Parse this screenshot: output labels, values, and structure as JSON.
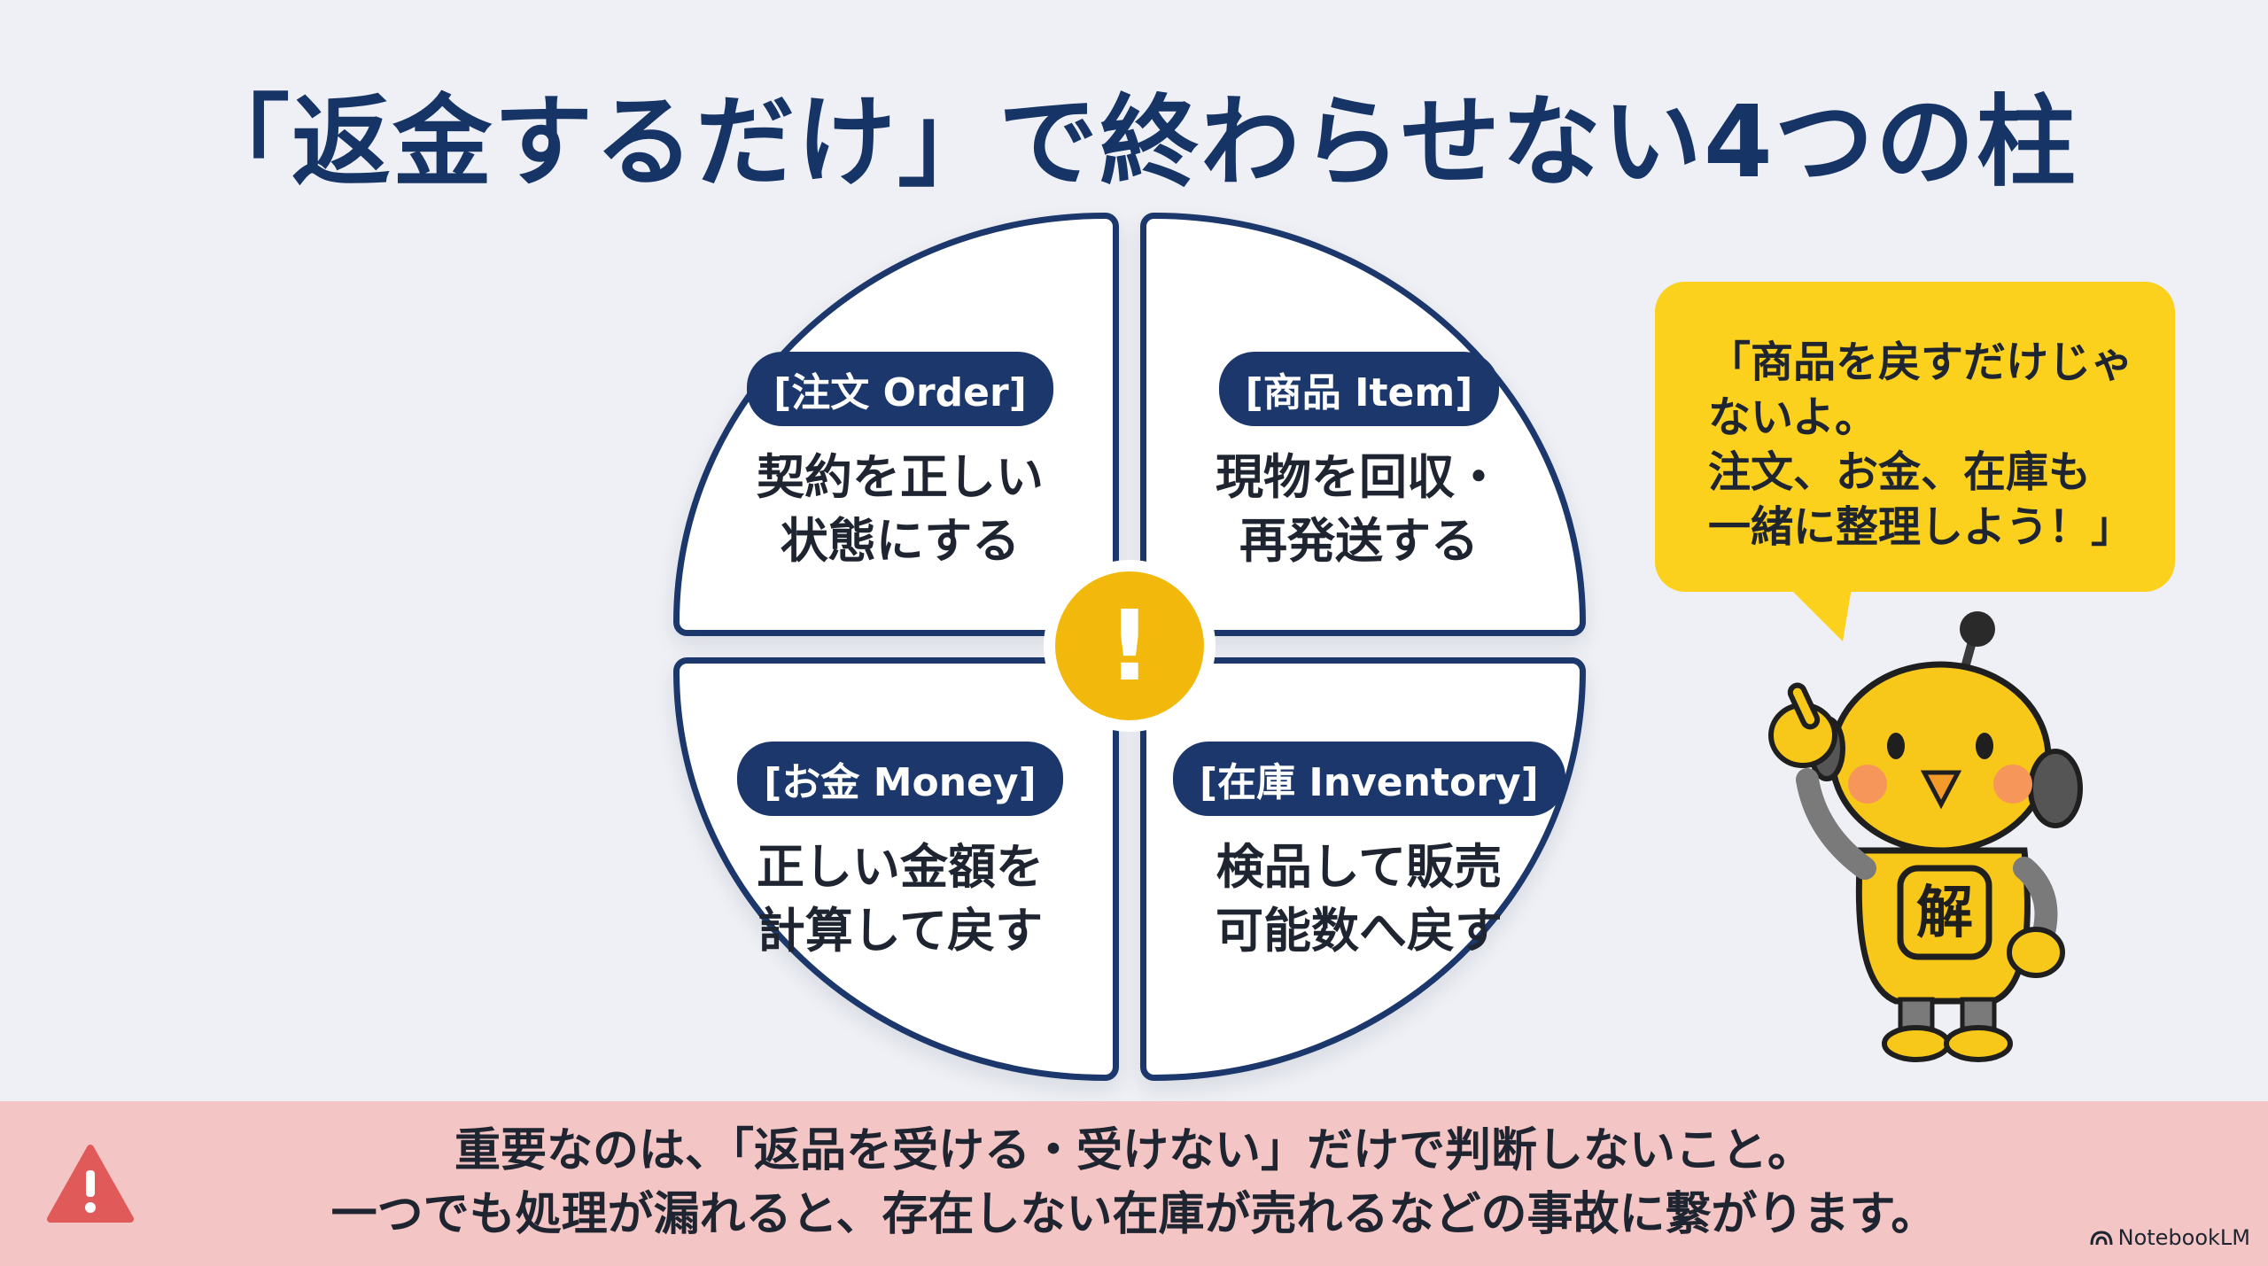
{
  "title": "「返金するだけ」で終わらせない4つの柱",
  "pillars": [
    {
      "tag": "[注文 Order]",
      "desc": "契約を正しい\n状態にする"
    },
    {
      "tag": "[商品 Item]",
      "desc": "現物を回収・\n再発送する"
    },
    {
      "tag": "[お金 Money]",
      "desc": "正しい金額を\n計算して戻す"
    },
    {
      "tag": "[在庫 Inventory]",
      "desc": "検品して販売\n可能数へ戻す"
    }
  ],
  "center_symbol": "!",
  "speech_bubble": "「商品を戻すだけじゃ\nないよ。\n 注文、お金、在庫も\n一緒に整理しよう！」",
  "mascot_badge": "解",
  "footer": {
    "line1": "重要なのは、「返品を受ける・受けない」だけで判断しないこと。",
    "line2": "一つでも処理が漏れると、存在しない在庫が売れるなどの事故に繋がります。"
  },
  "brand": "NotebookLM",
  "colors": {
    "navy": "#1b376b",
    "accent_yellow": "#f2b90c",
    "bubble_yellow": "#fbd11e",
    "footer_bg": "#f3c5c5",
    "warning_red": "#e05a5a"
  },
  "icons": [
    "exclamation-icon",
    "warning-triangle-icon",
    "notebooklm-logo-icon",
    "robot-mascot"
  ]
}
